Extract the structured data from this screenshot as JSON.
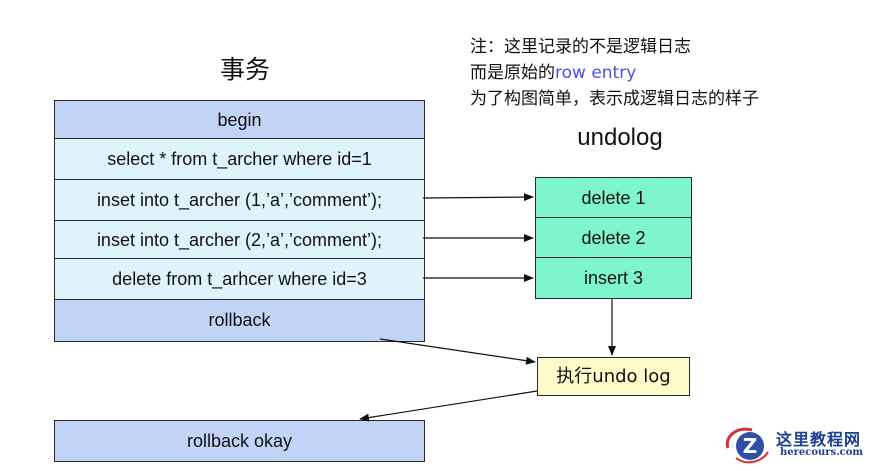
{
  "transaction": {
    "title": "事务",
    "rows": [
      {
        "label": "begin",
        "kind": "marker"
      },
      {
        "label": "select * from t_archer where id=1",
        "kind": "statement"
      },
      {
        "label": "inset into t_archer (1,’a’,’comment’);",
        "kind": "statement"
      },
      {
        "label": "inset into t_archer (2,’a’,’comment’);",
        "kind": "statement"
      },
      {
        "label": "delete from t_arhcer where id=3",
        "kind": "statement"
      },
      {
        "label": "rollback",
        "kind": "marker"
      }
    ]
  },
  "note": {
    "line1": "注：这里记录的不是逻辑日志",
    "line2_prefix": "而是原始的",
    "line2_highlight": "row entry",
    "line3": "为了构图简单，表示成逻辑日志的样子",
    "highlight_color": "#4a4ff0"
  },
  "undolog": {
    "title": "undolog",
    "entries": [
      "delete 1",
      "delete 2",
      "insert 3"
    ]
  },
  "execute_box": {
    "label": "执行undo log"
  },
  "result_box": {
    "label": "rollback okay"
  },
  "watermark": {
    "name": "这里教程网",
    "domain": "herecours.com"
  },
  "colors": {
    "marker_fill": "#c2d4f6",
    "statement_fill": "#dff3fb",
    "undolog_fill": "#7ff5cf",
    "execute_fill": "#fcfbc9"
  }
}
